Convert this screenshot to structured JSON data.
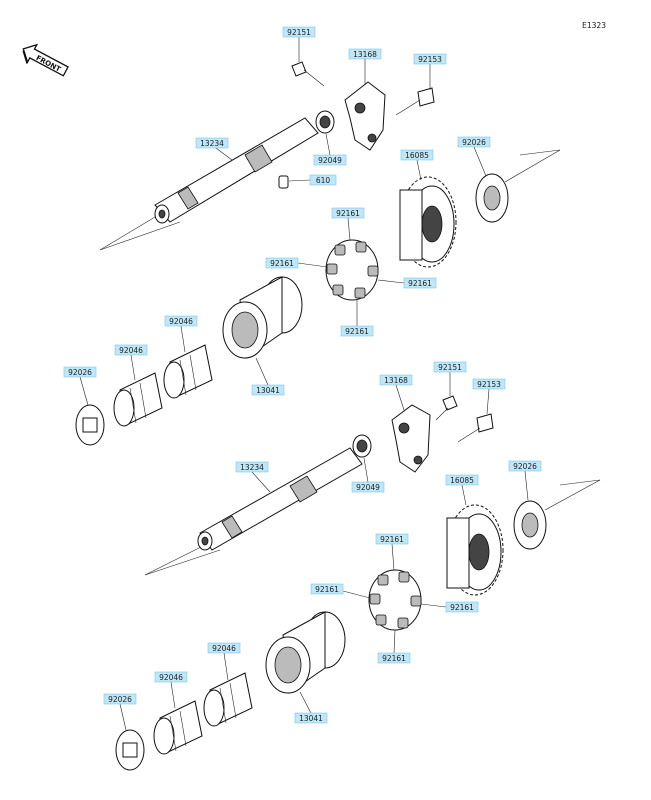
{
  "diagram_code": "E1323",
  "front_arrow_label": "FRONT",
  "labels": {
    "upper_bolt_a": "92151",
    "upper_holder": "13168",
    "upper_bolt_b": "92153",
    "upper_shaft": "13234",
    "upper_oil_seal": "92049",
    "pin": "610",
    "upper_gear": "16085",
    "upper_washer": "92026",
    "upper_damper_top": "92161",
    "upper_damper_left": "92161",
    "upper_damper_right": "92161",
    "upper_damper_bottom": "92161",
    "upper_bearing_b": "92046",
    "upper_bearing_a": "92046",
    "upper_sleeve": "13041",
    "upper_thrust_washer": "92026",
    "lower_holder": "13168",
    "lower_bolt_a": "92151",
    "lower_bolt_b": "92153",
    "lower_shaft": "13234",
    "lower_oil_seal": "92049",
    "lower_gear": "16085",
    "lower_washer": "92026",
    "lower_damper_top": "92161",
    "lower_damper_left": "92161",
    "lower_damper_right": "92161",
    "lower_damper_bottom": "92161",
    "lower_bearing_b": "92046",
    "lower_bearing_a": "92046",
    "lower_sleeve": "13041",
    "lower_thrust_washer": "92026"
  }
}
